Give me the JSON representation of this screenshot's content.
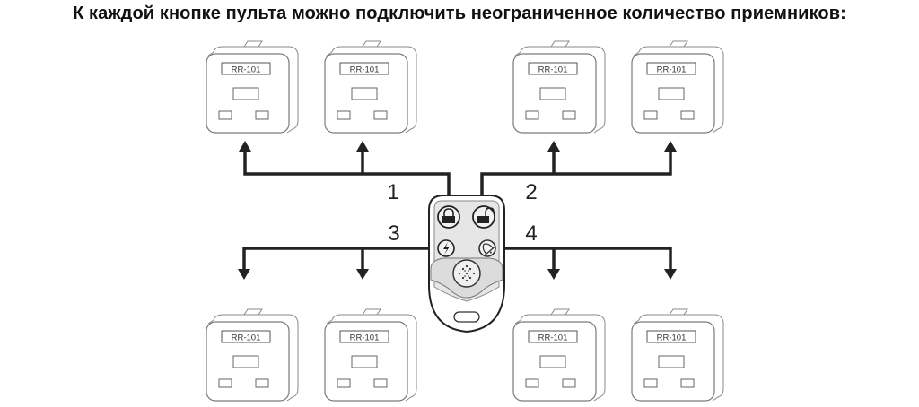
{
  "title": "К каждой кнопке пульта можно подключить неограниченное количество приемников:",
  "receiver_label": "RR-101",
  "channels": [
    {
      "number": "1",
      "button_icon": "lock-closed-icon",
      "direction": "up"
    },
    {
      "number": "2",
      "button_icon": "lock-open-icon",
      "direction": "up"
    },
    {
      "number": "3",
      "button_icon": "lightning-icon",
      "direction": "down"
    },
    {
      "number": "4",
      "button_icon": "bell-icon",
      "direction": "down"
    }
  ],
  "receivers": [
    {
      "id": "r1",
      "label": "RR-101",
      "channel": "1"
    },
    {
      "id": "r2",
      "label": "RR-101",
      "channel": "1"
    },
    {
      "id": "r3",
      "label": "RR-101",
      "channel": "2"
    },
    {
      "id": "r4",
      "label": "RR-101",
      "channel": "2"
    },
    {
      "id": "r5",
      "label": "RR-101",
      "channel": "3"
    },
    {
      "id": "r6",
      "label": "RR-101",
      "channel": "3"
    },
    {
      "id": "r7",
      "label": "RR-101",
      "channel": "4"
    },
    {
      "id": "r8",
      "label": "RR-101",
      "channel": "4"
    }
  ],
  "colors": {
    "line": "#222222",
    "outline": "#7a7a7a",
    "remote_fill": "#e6e6e6"
  }
}
